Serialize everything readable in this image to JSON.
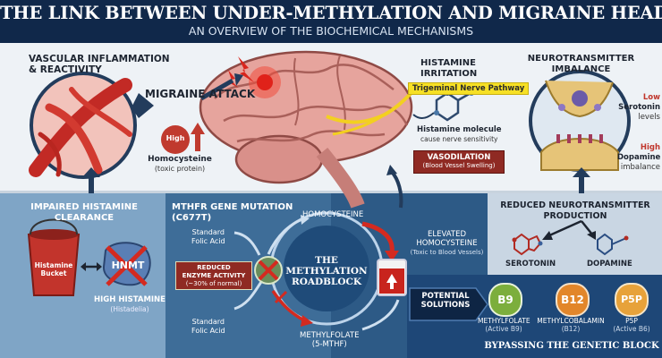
{
  "header": {
    "title": "THE LINK BETWEEN UNDER-METHYLATION AND MIGRAINE HEADACHES",
    "subtitle": "AN OVERVIEW OF THE BIOCHEMICAL MECHANISMS"
  },
  "top_left": {
    "heading_line1": "VASCULAR INFLAMMATION",
    "heading_line2": "& REACTIVITY",
    "migraine_label": "MIGRAINE ATTACK",
    "high_badge": "High",
    "homocysteine_label": "Homocysteine",
    "homocysteine_sub": "(toxic protein)"
  },
  "brain": {
    "histamine_heading_line1": "HISTAMINE",
    "histamine_heading_line2": "IRRITATION",
    "trigeminal_label": "Trigeminal Nerve Pathway",
    "molecule_label": "Histamine molecule",
    "molecule_sub": "cause nerve sensitivity",
    "vaso_label": "VASODILATION",
    "vaso_sub": "(Blood Vessel Swelling)"
  },
  "top_right": {
    "heading_line1": "NEUROTRANSMITTER",
    "heading_line2": "IMBALANCE",
    "low_label": "Low",
    "serotonin_label": "Serotonin",
    "serotonin_sub": "levels",
    "high_label": "High",
    "dopamine_label": "Dopamine",
    "dopamine_sub": "imbalance"
  },
  "bottom_left": {
    "heading_line1": "IMPAIRED HISTAMINE",
    "heading_line2": "CLEARANCE",
    "bucket_label_line1": "Histamine",
    "bucket_label_line2": "Bucket",
    "enzyme_label": "HNMT",
    "high_histamine_label": "HIGH HISTAMINE",
    "high_histamine_sub": "(Histadelia)"
  },
  "center": {
    "mthfr_line1": "MTHFR GENE MUTATION",
    "mthfr_line2": "(C677T)",
    "folic_top_line1": "Standard",
    "folic_top_line2": "Folic Acid",
    "reduced_line1": "REDUCED",
    "reduced_line2": "ENZYME ACTIVITY",
    "reduced_line3": "(~30% of normal)",
    "folic_bottom_line1": "Standard",
    "folic_bottom_line2": "Folic Acid",
    "homocysteine_node": "HOMOCYSTEINE",
    "roadblock_line1": "THE",
    "roadblock_line2": "METHYLATION",
    "roadblock_line3": "ROADBLOCK",
    "methylfolate_line1": "METHYLFOLATE",
    "methylfolate_line2": "(5-MTHF)",
    "elevated_line1": "ELEVATED",
    "elevated_line2": "HOMOCYSTEINE",
    "elevated_sub": "(Toxic to Blood Vessels)"
  },
  "right_bottom": {
    "heading_line1": "REDUCED NEUROTRANSMITTER",
    "heading_line2": "PRODUCTION",
    "serotonin_label": "SEROTONIN",
    "dopamine_label": "DOPAMINE"
  },
  "solutions": {
    "tag_line1": "POTENTIAL",
    "tag_line2": "SOLUTIONS",
    "items": [
      {
        "badge": "B9",
        "name": "METHYLFOLATE",
        "sub": "(Active B9)",
        "color": "#7cae3c"
      },
      {
        "badge": "B12",
        "name": "METHYLCOBALAMIN",
        "sub": "(B12)",
        "color": "#e2862a"
      },
      {
        "badge": "P5P",
        "name": "P5P",
        "sub": "(Active B6)",
        "color": "#e7a23a"
      }
    ],
    "footer": "BYPASSING THE GENETIC BLOCK"
  },
  "colors": {
    "navy": "#10284a",
    "mid_blue": "#2f5f8a",
    "panel_blue": "#8fb0cd",
    "accent_red": "#c0362c",
    "yellow": "#f3d020"
  }
}
